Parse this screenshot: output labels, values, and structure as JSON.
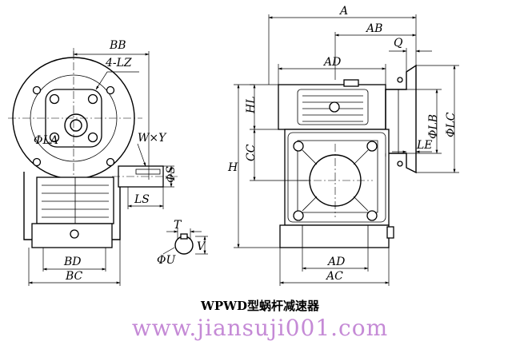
{
  "caption": "WPWD型蜗杆减速器",
  "watermark": "www.jiansuji001.com",
  "labels": {
    "A": "A",
    "AB": "AB",
    "Q": "Q",
    "AD_top": "AD",
    "BB": "BB",
    "LZ": "4-LZ",
    "LA": "ΦLA",
    "WY": "W×Y",
    "S": "ΦS",
    "LS": "LS",
    "T": "T",
    "V": "V",
    "U": "ΦU",
    "BD": "BD",
    "BC": "BC",
    "HL": "HL",
    "CC": "CC",
    "H": "H",
    "LB": "ΦLB",
    "LC": "ΦLC",
    "LE": "LE",
    "AD_bottom": "AD",
    "AC": "AC"
  }
}
